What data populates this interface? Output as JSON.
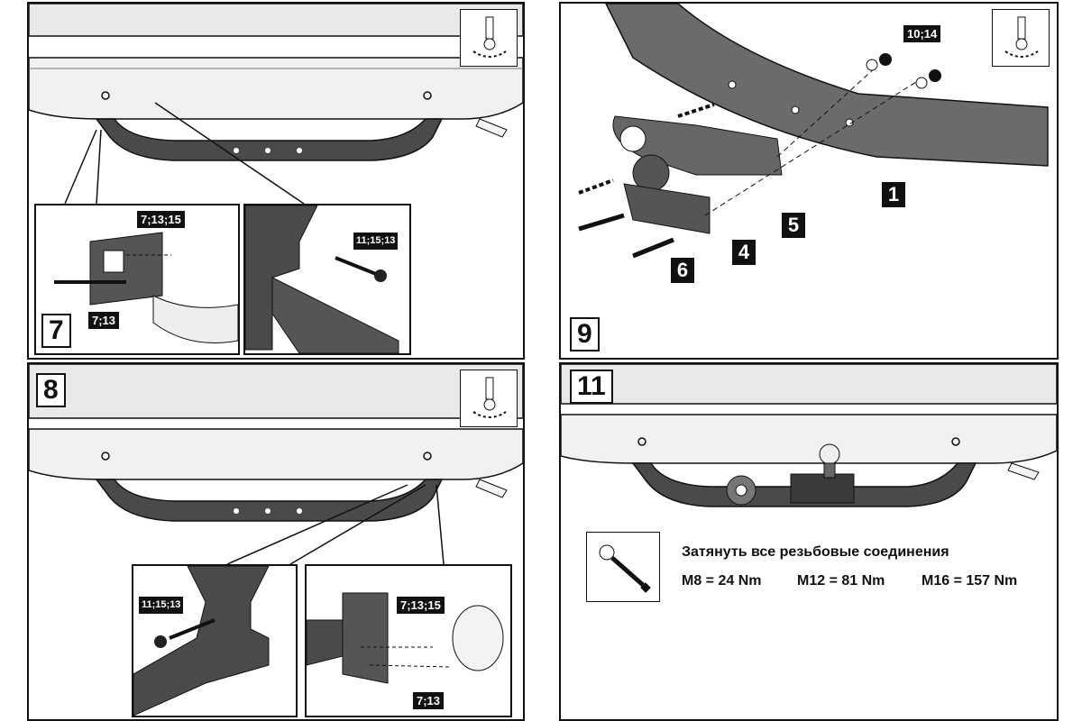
{
  "panels": {
    "p7": {
      "step": "7",
      "inset_left_tags": [
        "7;13;15",
        "7;13"
      ],
      "inset_right_tag": "11;15;13"
    },
    "p8": {
      "step": "8",
      "inset_left_tag": "11;15;13",
      "inset_right_tags": [
        "7;13;15",
        "7;13"
      ]
    },
    "p9": {
      "step": "9",
      "tag_top": "10;14",
      "callouts": [
        "1",
        "5",
        "4",
        "6"
      ]
    },
    "p11": {
      "step": "11",
      "torque_title": "Затянуть все резьбовые соединения",
      "torque_values": [
        "M8 = 24 Nm",
        "M12 = 81 Nm",
        "M16 = 157 Nm"
      ]
    }
  },
  "icons": [
    "hand-tighten-icon",
    "torque-wrench-icon"
  ],
  "colors": {
    "ink": "#111111",
    "bumper": "#e9e9e9",
    "beam": "#4a4a4a",
    "bg": "#ffffff"
  }
}
